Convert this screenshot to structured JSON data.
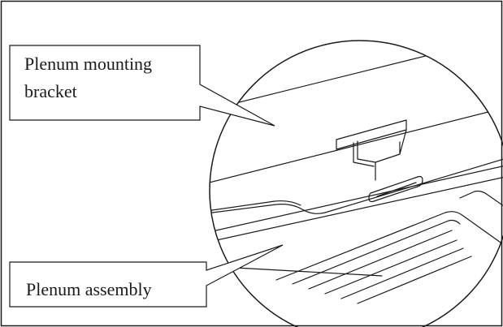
{
  "callouts": {
    "bracket": {
      "line1": "Plenum mounting",
      "line2": "bracket"
    },
    "assembly": {
      "text": "Plenum assembly"
    }
  }
}
